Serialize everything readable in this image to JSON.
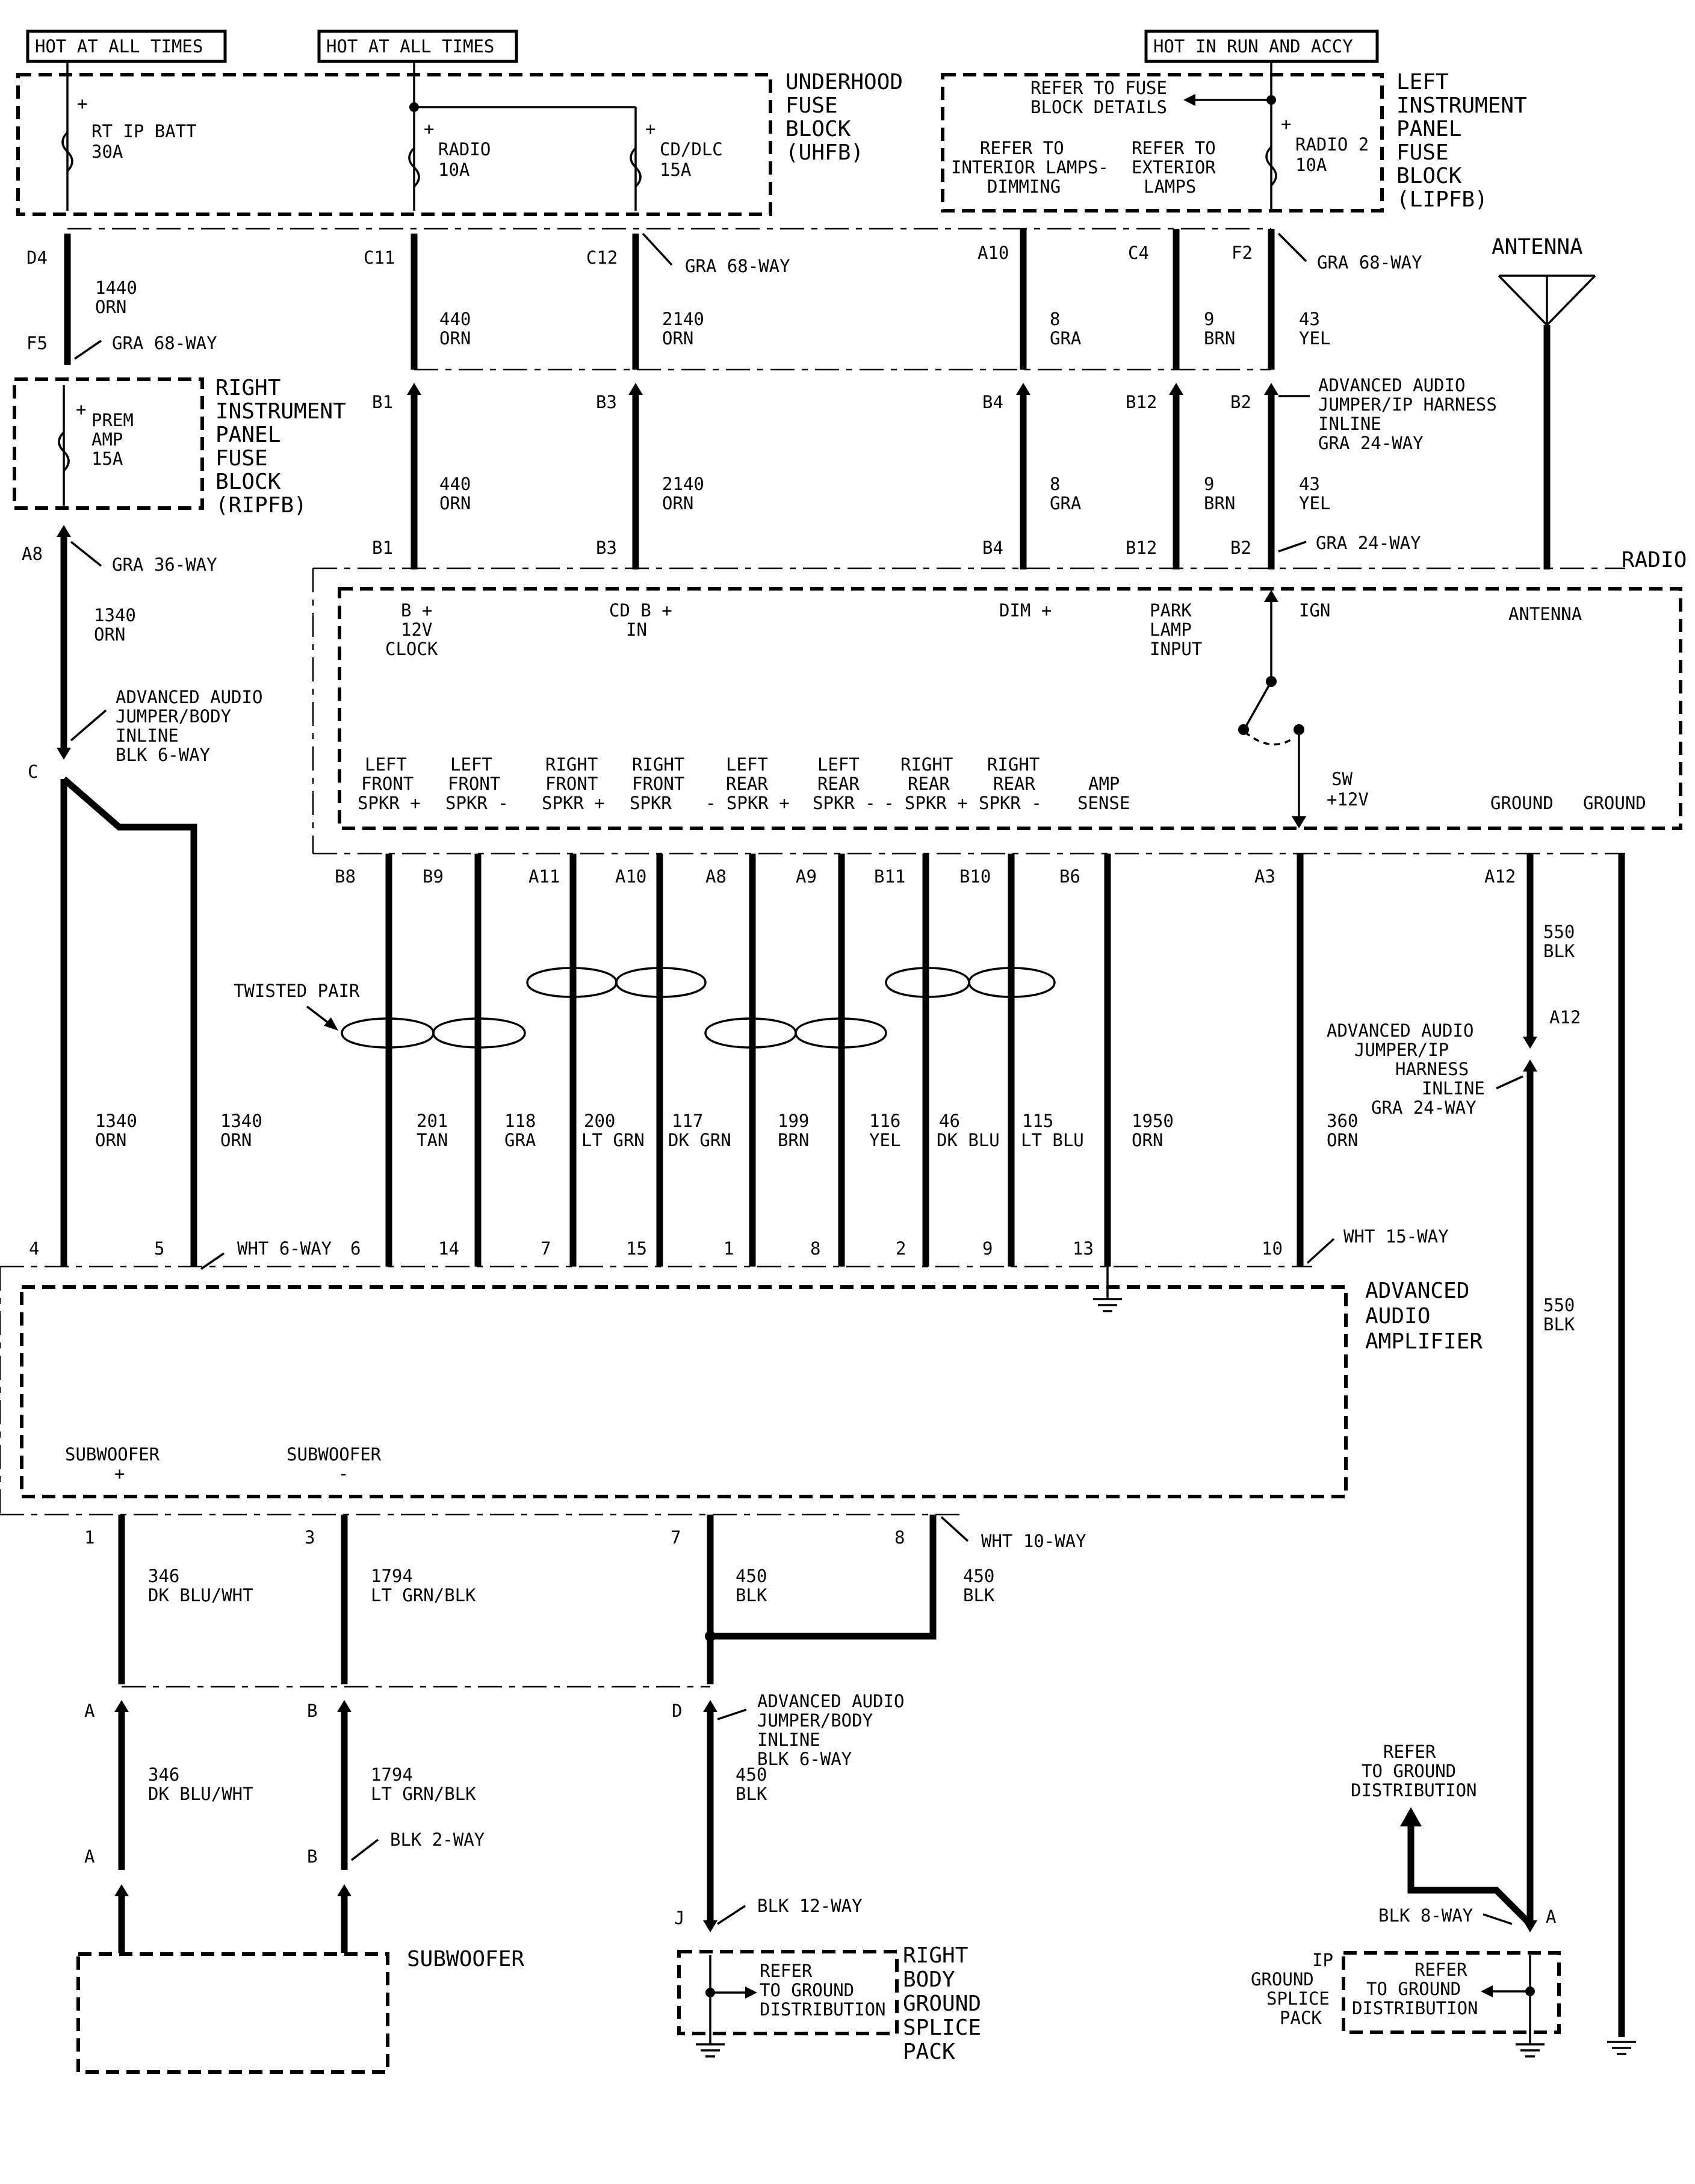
{
  "hot_labels": [
    "HOT AT ALL TIMES",
    "HOT AT ALL TIMES",
    "HOT IN RUN AND ACCY"
  ],
  "uhfb": {
    "name_lines": [
      "UNDERHOOD",
      "FUSE",
      "BLOCK",
      "(UHFB)"
    ],
    "fuses": [
      {
        "name": "RT IP BATT",
        "rating": "30A"
      },
      {
        "name": "RADIO",
        "rating": "10A"
      },
      {
        "name": "CD/DLC",
        "rating": "15A"
      }
    ]
  },
  "lipfb": {
    "name_lines": [
      "LEFT",
      "INSTRUMENT",
      "PANEL",
      "FUSE",
      "BLOCK",
      "(LIPFB)"
    ],
    "refer_fuse": [
      "REFER TO FUSE",
      "BLOCK DETAILS"
    ],
    "refer_interior": [
      "REFER TO",
      "INTERIOR LAMPS-",
      "DIMMING"
    ],
    "refer_exterior": [
      "REFER TO",
      "EXTERIOR",
      "LAMPS"
    ],
    "fuse": {
      "name": "RADIO 2",
      "rating": "10A"
    }
  },
  "ripfb": {
    "name_lines": [
      "RIGHT",
      "INSTRUMENT",
      "PANEL",
      "FUSE",
      "BLOCK",
      "(RIPFB)"
    ],
    "fuse": {
      "name": "PREM",
      "name2": "AMP",
      "rating": "15A"
    }
  },
  "connectors": {
    "gra68_a": "GRA 68-WAY",
    "gra68_b": "GRA 68-WAY",
    "gra68_c": "GRA 68-WAY",
    "gra24_inline": [
      "ADVANCED AUDIO",
      "JUMPER/IP HARNESS",
      "INLINE",
      "GRA 24-WAY"
    ],
    "gra24_radio": "GRA 24-WAY",
    "gra36": "GRA 36-WAY",
    "adv_jumper_body_1": [
      "ADVANCED AUDIO",
      "JUMPER/BODY",
      "INLINE",
      "BLK 6-WAY"
    ],
    "wht6": "WHT 6-WAY",
    "wht15": "WHT 15-WAY",
    "wht10": "WHT 10-WAY",
    "adv_jumper_ip": [
      "ADVANCED AUDIO",
      "JUMPER/IP",
      "HARNESS",
      "INLINE",
      "GRA 24-WAY"
    ],
    "adv_jumper_body_2": [
      "ADVANCED AUDIO",
      "JUMPER/BODY",
      "INLINE",
      "BLK 6-WAY"
    ],
    "blk2": "BLK 2-WAY",
    "blk12": "BLK 12-WAY",
    "blk8": "BLK 8-WAY"
  },
  "pins": {
    "top_row1": [
      "D4",
      "C11",
      "C12",
      "A10",
      "C4",
      "F2"
    ],
    "top_row2": [
      "F5",
      "B1",
      "B3",
      "B4",
      "B12",
      "B2"
    ],
    "top_row3": [
      "A8",
      "B1",
      "B3",
      "B4",
      "B12",
      "B2"
    ],
    "c": "C",
    "radio_bottom": [
      "B8",
      "B9",
      "A11",
      "A10",
      "A8",
      "A9",
      "B11",
      "B10",
      "B6",
      "A3",
      "A12"
    ],
    "a12_inline": "A12",
    "amp_top": [
      "4",
      "5",
      "6",
      "14",
      "7",
      "15",
      "1",
      "8",
      "2",
      "9",
      "13",
      "10"
    ],
    "amp_bottom": [
      "1",
      "3",
      "7",
      "8"
    ],
    "inline_lower": [
      "A",
      "B",
      "D"
    ],
    "sub_pins": [
      "A",
      "B"
    ],
    "j": "J",
    "a_ground": "A"
  },
  "wires_top": [
    {
      "circuit": "1440",
      "color": "ORN"
    },
    {
      "circuit": "440",
      "color": "ORN"
    },
    {
      "circuit": "2140",
      "color": "ORN"
    },
    {
      "circuit": "8",
      "color": "GRA"
    },
    {
      "circuit": "9",
      "color": "BRN"
    },
    {
      "circuit": "43",
      "color": "YEL"
    }
  ],
  "wires_mid": [
    {
      "circuit": "440",
      "color": "ORN"
    },
    {
      "circuit": "2140",
      "color": "ORN"
    },
    {
      "circuit": "8",
      "color": "GRA"
    },
    {
      "circuit": "9",
      "color": "BRN"
    },
    {
      "circuit": "43",
      "color": "YEL"
    }
  ],
  "wire_1340_a": {
    "circuit": "1340",
    "color": "ORN"
  },
  "wire_1340_b": {
    "circuit": "1340",
    "color": "ORN"
  },
  "wire_1340_c": {
    "circuit": "1340",
    "color": "ORN"
  },
  "speaker_wires": [
    {
      "circuit": "201",
      "color": "TAN"
    },
    {
      "circuit": "118",
      "color": "GRA"
    },
    {
      "circuit": "200",
      "color": "LT GRN"
    },
    {
      "circuit": "117",
      "color": "DK GRN"
    },
    {
      "circuit": "199",
      "color": "BRN"
    },
    {
      "circuit": "116",
      "color": "YEL"
    },
    {
      "circuit": "46",
      "color": "DK BLU"
    },
    {
      "circuit": "115",
      "color": "LT BLU"
    },
    {
      "circuit": "1950",
      "color": "ORN"
    },
    {
      "circuit": "360",
      "color": "ORN"
    }
  ],
  "ground_wire_a": {
    "circuit": "550",
    "color": "BLK"
  },
  "ground_wire_b": {
    "circuit": "550",
    "color": "BLK"
  },
  "twisted_pair": "TWISTED PAIR",
  "antenna": "ANTENNA",
  "radio": {
    "title": "RADIO",
    "top_terms": [
      [
        "B +",
        "12V",
        "CLOCK"
      ],
      [
        "CD B +",
        "IN"
      ],
      [
        "DIM +"
      ],
      [
        "PARK",
        "LAMP",
        "INPUT"
      ],
      [
        "IGN"
      ],
      [
        "ANTENNA"
      ]
    ],
    "bottom_terms": [
      [
        "LEFT",
        "FRONT",
        "SPKR +"
      ],
      [
        "LEFT",
        "FRONT",
        "SPKR -"
      ],
      [
        "RIGHT",
        "FRONT",
        "SPKR +"
      ],
      [
        "RIGHT",
        "FRONT",
        "SPKR"
      ],
      [
        "LEFT",
        "REAR",
        "- SPKR +"
      ],
      [
        "LEFT",
        "REAR",
        "SPKR -"
      ],
      [
        "RIGHT",
        "REAR",
        "- SPKR +"
      ],
      [
        "RIGHT",
        "REAR",
        "SPKR -"
      ],
      [
        "AMP",
        "SENSE"
      ],
      [
        "SW",
        "+12V"
      ],
      [
        "GROUND"
      ],
      [
        "GROUND"
      ]
    ]
  },
  "amplifier": {
    "name_lines": [
      "ADVANCED",
      "AUDIO",
      "AMPLIFIER"
    ],
    "sub_plus": [
      "SUBWOOFER",
      "+"
    ],
    "sub_minus": [
      "SUBWOOFER",
      "-"
    ]
  },
  "lower_wires": [
    {
      "circuit": "346",
      "color": "DK BLU/WHT"
    },
    {
      "circuit": "1794",
      "color": "LT GRN/BLK"
    },
    {
      "circuit": "450",
      "color": "BLK"
    },
    {
      "circuit": "450",
      "color": "BLK"
    },
    {
      "circuit": "346",
      "color": "DK BLU/WHT"
    },
    {
      "circuit": "1794",
      "color": "LT GRN/BLK"
    },
    {
      "circuit": "450",
      "color": "BLK"
    }
  ],
  "subwoofer": "SUBWOOFER",
  "rbgsp": {
    "name_lines": [
      "RIGHT",
      "BODY",
      "GROUND",
      "SPLICE",
      "PACK"
    ],
    "refer": [
      "REFER",
      "TO GROUND",
      "DISTRIBUTION"
    ]
  },
  "ipgsp": {
    "name_lines": [
      "IP",
      "GROUND",
      "SPLICE",
      "PACK"
    ],
    "refer": [
      "REFER",
      "TO GROUND",
      "DISTRIBUTION"
    ]
  },
  "refer_ground_top": [
    "REFER",
    "TO GROUND",
    "DISTRIBUTION"
  ]
}
